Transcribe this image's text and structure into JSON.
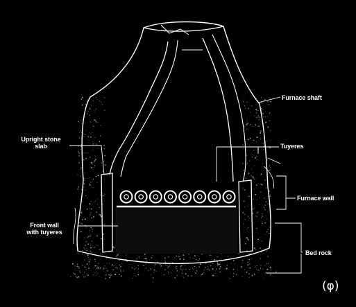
{
  "colors": {
    "background": "#000000",
    "line": "#ffffff",
    "speckle": "#c8c8c8"
  },
  "labels": {
    "furnace_shaft": "Furnace shaft",
    "upright_slab_line1": "Upright stone",
    "upright_slab_line2": "slab",
    "tuyeres": "Tuyeres",
    "furnace_wall": "Furnace wall",
    "front_wall_line1": "Front wall",
    "front_wall_line2": "with tuyeres",
    "bed_rock": "Bed rock"
  },
  "panel_letter": "(φ)",
  "tuyere_count": 8
}
